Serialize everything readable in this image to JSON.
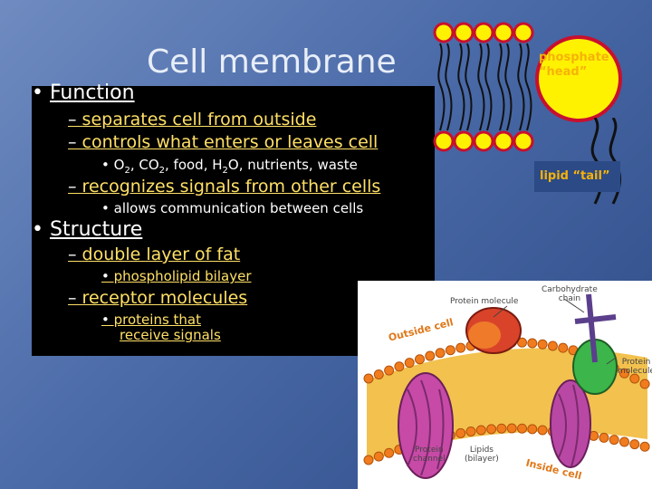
{
  "title": "Cell membrane",
  "function_heading": "Function",
  "function_items": [
    "separates cell from outside",
    "controls what enters or leaves cell",
    "recognizes signals from other cells"
  ],
  "controls_sub": "O2, CO2, food, H2O, nutrients, waste",
  "recognizes_sub": "allows communication between cells",
  "structure_heading": "Structure",
  "structure_items": [
    "double layer of fat",
    "receptor molecules"
  ],
  "fat_sub": "phospholipid bilayer",
  "receptor_sub_line1": "proteins that",
  "receptor_sub_line2": "receive signals",
  "phosphate_label_line1": "phosphate",
  "phosphate_label_line2": "“head”",
  "lipid_label": "lipid “tail”",
  "diagram": {
    "protein_molecule": "Protein molecule",
    "carbohydrate_chain_line1": "Carbohydrate",
    "carbohydrate_chain_line2": "chain",
    "protein_molecule_right_line1": "Protein",
    "protein_molecule_right_line2": "molecule",
    "protein_channel_line1": "Protein",
    "protein_channel_line2": "channel",
    "lipid_bilayer_line1": "Lipids",
    "lipid_bilayer_line2": "(bilayer)",
    "outside_cell": "Outside cell",
    "inside_cell": "Inside cell"
  },
  "colors": {
    "accent": "#f6b20a",
    "link": "#ffe066",
    "head_fill": "#fff200",
    "head_stroke": "#c8102e"
  }
}
